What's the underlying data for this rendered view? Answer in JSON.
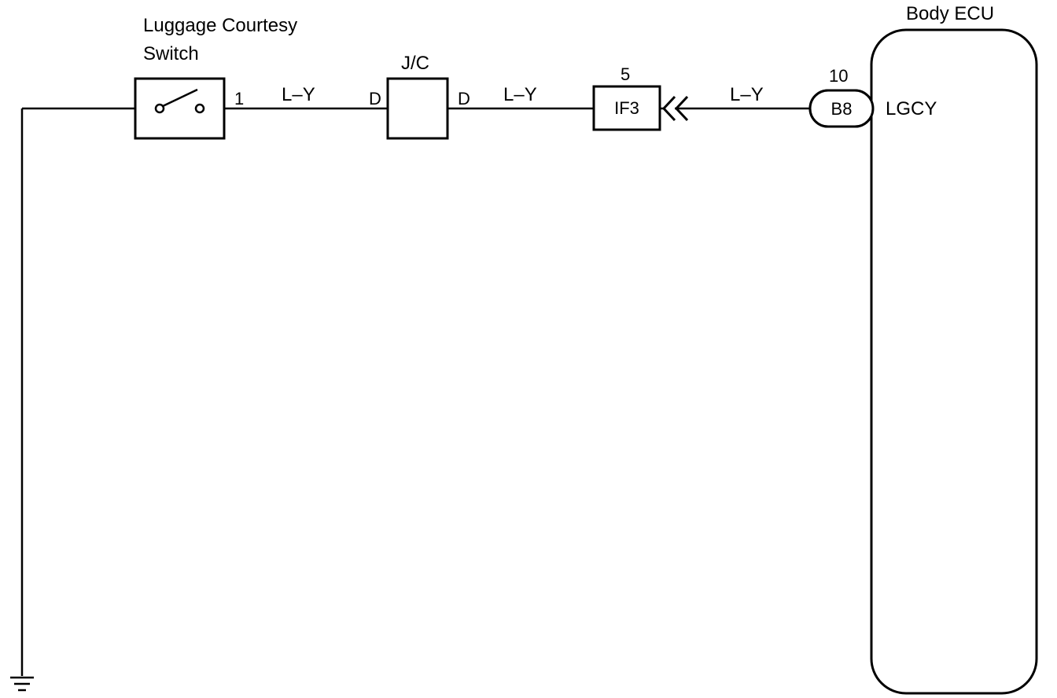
{
  "switch": {
    "title_line1": "Luggage Courtesy",
    "title_line2": "Switch",
    "pin": "1"
  },
  "wires": {
    "seg1_color": "L–Y",
    "seg2_color": "L–Y",
    "seg3_color": "L–Y"
  },
  "junction": {
    "title": "J/C",
    "pin_in": "D",
    "pin_out": "D"
  },
  "connector": {
    "pin": "5",
    "label": "IF3"
  },
  "ecu_connector": {
    "pin": "10",
    "label": "B8"
  },
  "ecu": {
    "title": "Body ECU",
    "terminal": "LGCY"
  }
}
